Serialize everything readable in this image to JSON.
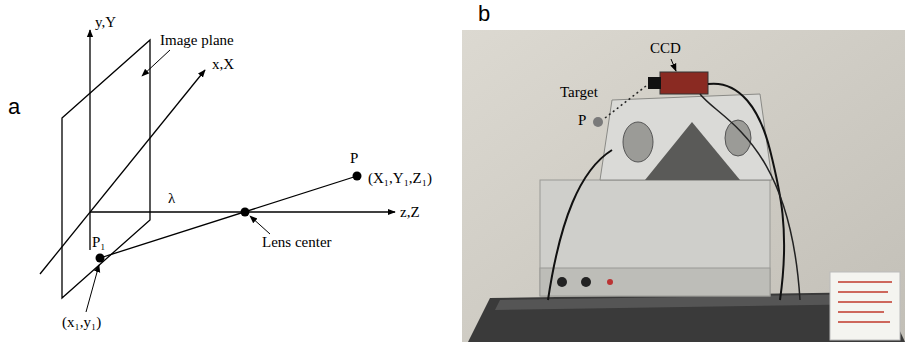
{
  "diagram": {
    "labels": [
      "a",
      "b",
      "y,Y",
      "Image plane",
      "x,X",
      "P",
      "(X₁,Y₁,Z₁)",
      "λ",
      "z,Z",
      "P₁",
      "Lens center",
      "(x₁,y₁)",
      "Target",
      "CCD",
      "P"
    ]
  }
}
